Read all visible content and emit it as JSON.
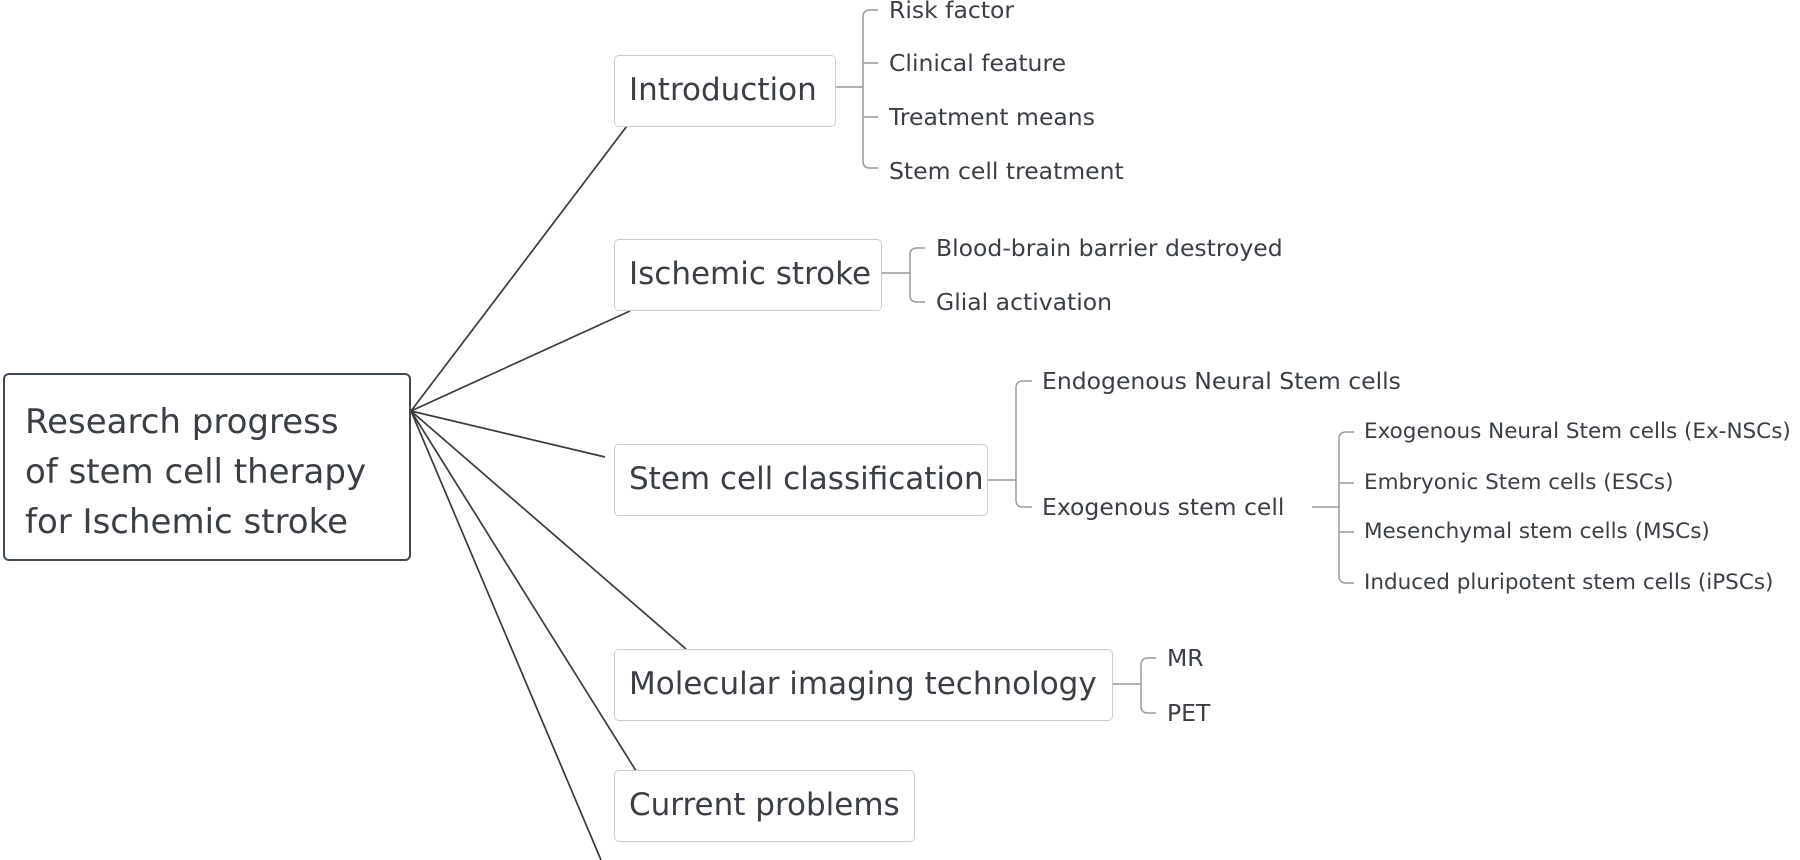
{
  "root": {
    "lines": [
      "Research progress",
      "of stem cell therapy",
      "for Ischemic stroke"
    ]
  },
  "topics": [
    {
      "label": "Introduction",
      "children": [
        "Risk factor",
        "Clinical feature",
        "Treatment means",
        "Stem cell treatment"
      ]
    },
    {
      "label": "Ischemic stroke",
      "children": [
        "Blood-brain barrier destroyed",
        "Glial activation"
      ]
    },
    {
      "label": "Stem cell classification",
      "children": [
        {
          "label": "Endogenous Neural Stem cells"
        },
        {
          "label": "Exogenous stem cell",
          "children": [
            "Exogenous Neural Stem cells (Ex-NSCs)",
            "Embryonic Stem cells (ESCs)",
            "Mesenchymal stem cells (MSCs)",
            "Induced pluripotent stem cells (iPSCs)"
          ]
        }
      ]
    },
    {
      "label": "Molecular imaging technology",
      "children": [
        "MR",
        "PET"
      ]
    },
    {
      "label": "Current problems",
      "children": []
    }
  ],
  "colors": {
    "root_border": "#404a55",
    "topic_border": "#c9cdd2",
    "main_line": "#3b3b3b",
    "branch_line": "#9a9a9a",
    "text": "#3a3f45"
  }
}
